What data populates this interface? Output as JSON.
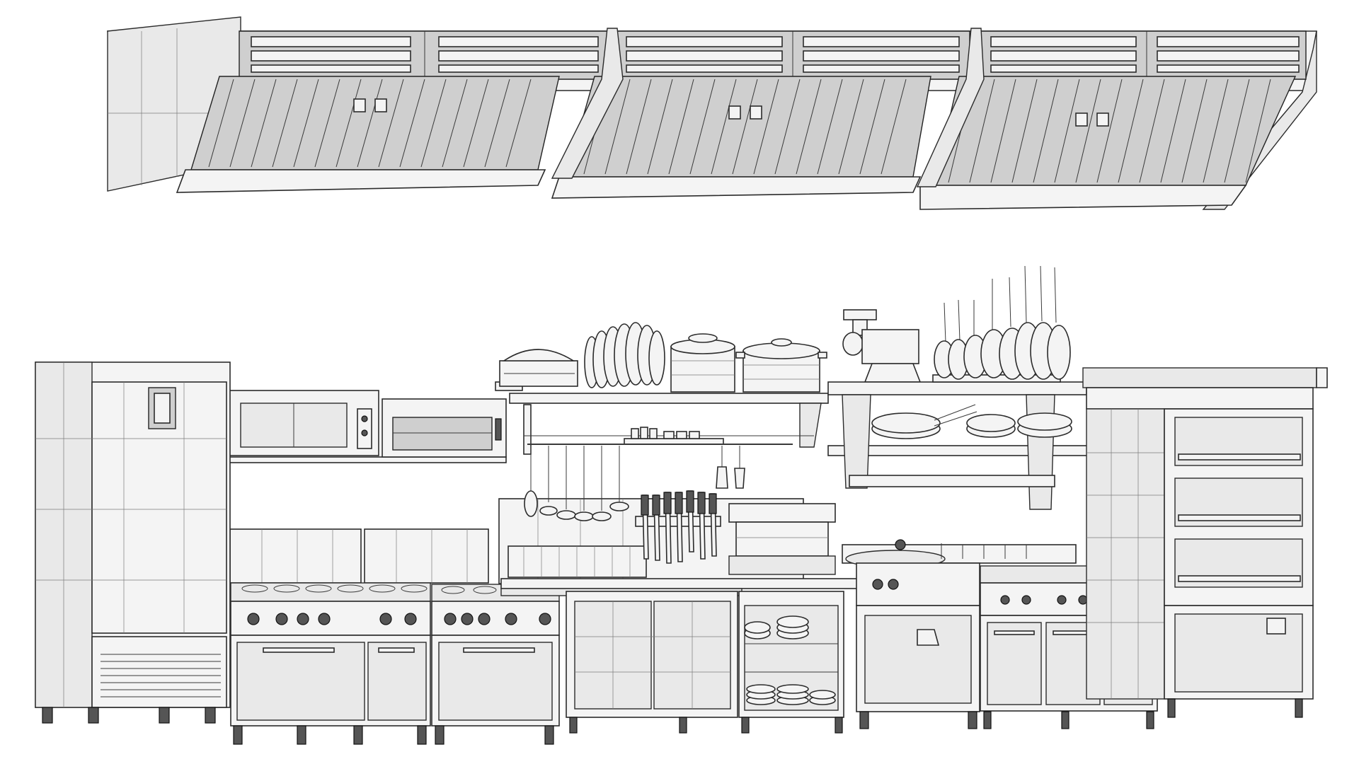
{
  "scene": {
    "subject": "commercial-kitchen-wireframe",
    "colors": {
      "background": "#ffffff",
      "stroke": "#2b2b2b",
      "surface": "#f4f4f4",
      "shade": "#cfcfcf"
    },
    "hood_sections": 3,
    "burner_knobs": 14,
    "hanging_utensils": 8,
    "knives_on_rail": 7,
    "pans_on_rack": 8,
    "oven_decks": 3
  }
}
